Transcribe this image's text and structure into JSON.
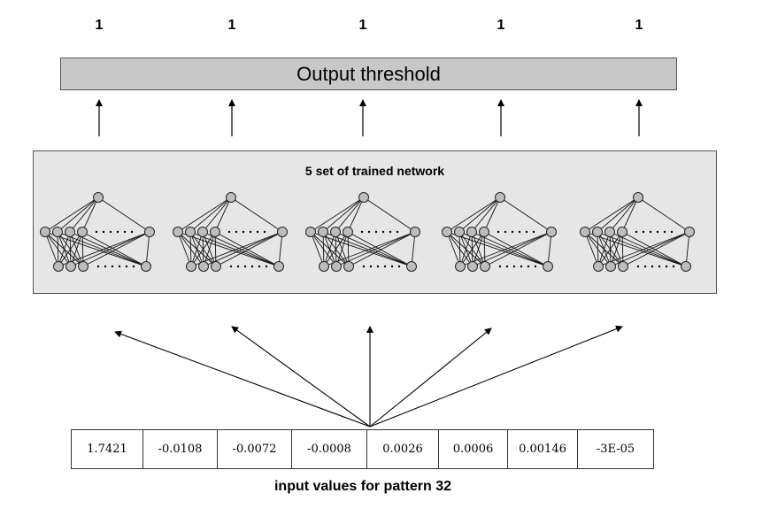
{
  "outputs": [
    "1",
    "1",
    "1",
    "1",
    "1"
  ],
  "threshold_label": "Output threshold",
  "network_title": "5 set of trained network",
  "inputs": [
    "1.7421",
    "-0.0108",
    "-0.0072",
    "-0.0008",
    "0.0026",
    "0.0006",
    "0.00146",
    "-3E-05"
  ],
  "input_caption": "input values for pattern 32",
  "colors": {
    "threshold_fill": "#c8c8c8",
    "panel_fill": "#e6e6e6",
    "node_fill": "#bdbdbd"
  }
}
